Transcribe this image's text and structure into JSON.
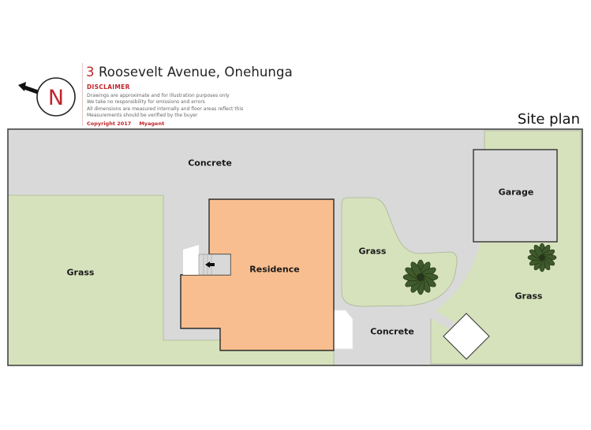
{
  "header": {
    "address_number": "3",
    "address_rest": " Roosevelt Avenue, Onehunga",
    "disclaimer_title": "DISCLAIMER",
    "disclaimer_lines": [
      "Drawings are approximate and for illustration purposes only",
      "We take no responsibility for omissions and errors",
      "All dimensions are measured internally and floor areas reflect this",
      "Measurements should be verified by the buyer"
    ],
    "copyright": "Copyright 2017",
    "agency": "Myagent",
    "plan_title": "Site plan"
  },
  "compass": {
    "letter": "N",
    "icon": "north-arrow-icon",
    "letter_color": "#c0252b"
  },
  "areas": {
    "concrete_top": "Concrete",
    "grass_left": "Grass",
    "residence": "Residence",
    "grass_center": "Grass",
    "garage": "Garage",
    "grass_right": "Grass",
    "concrete_bottom": "Concrete"
  },
  "colors": {
    "concrete": "#d9d9d9",
    "grass": "#d6e2bc",
    "residence": "#f8be8f",
    "outline": "#333333",
    "accent": "#c0252b"
  }
}
